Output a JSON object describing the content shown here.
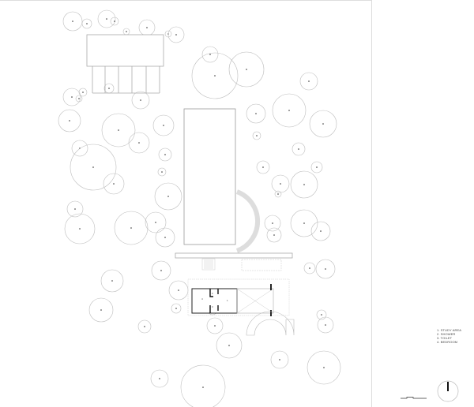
{
  "legend": {
    "items": [
      {
        "label": "1. STUDY AREA"
      },
      {
        "label": "2. SHOWER"
      },
      {
        "label": "3. TOILET"
      },
      {
        "label": "4. BEDROOM"
      }
    ]
  },
  "room_labels": [
    "1",
    "2",
    "3",
    "4"
  ],
  "icons": {
    "north_arrow": "north-arrow-icon",
    "scale_bar": "scale-bar-icon"
  },
  "colors": {
    "line": "#bdbdbd",
    "wall": "#222222",
    "tree_center": "#333333"
  }
}
